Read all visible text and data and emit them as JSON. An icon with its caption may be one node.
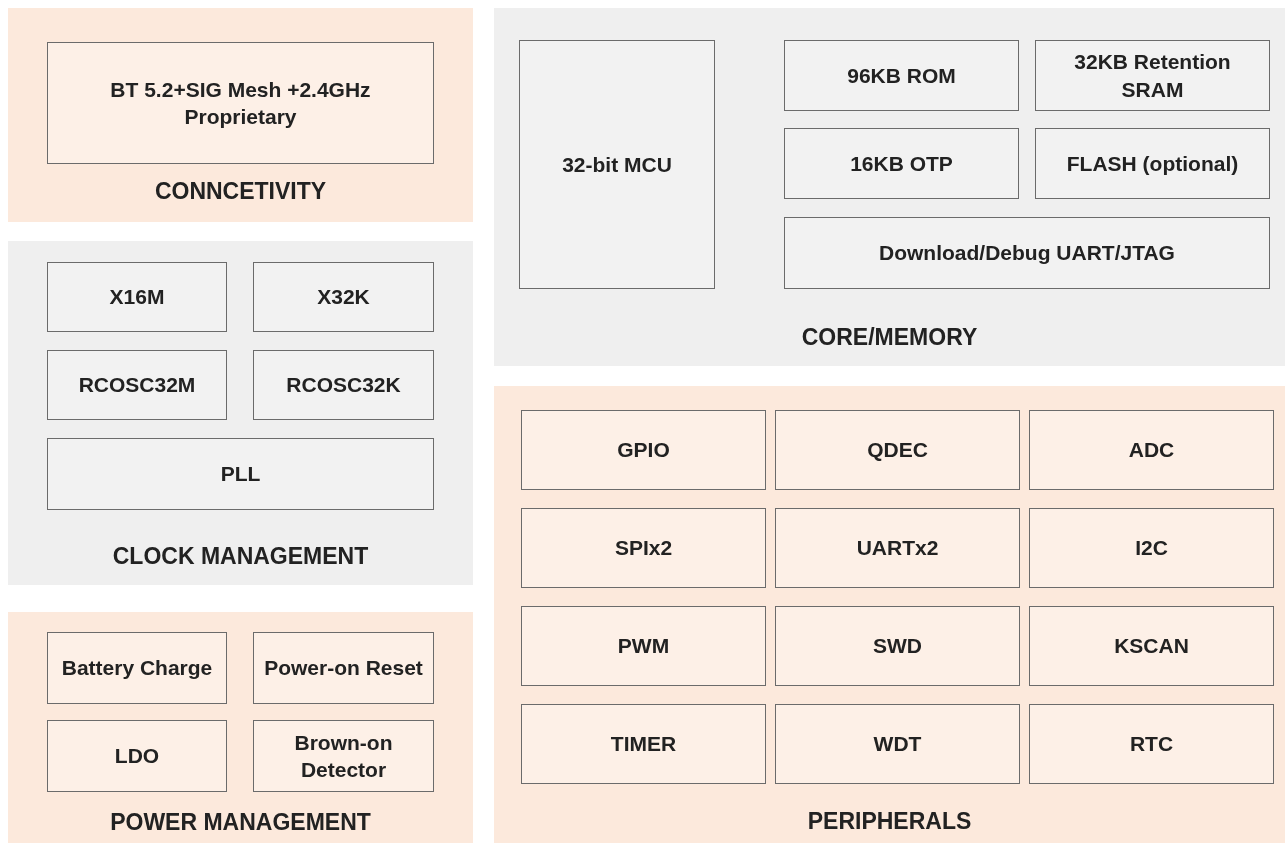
{
  "diagram": {
    "nodes": [
      {
        "text": [
          "CONNCETIVITY"
        ]
      },
      {
        "text": [
          "BT 5.2+SIG Mesh +2.4GHz Proprietary"
        ],
        "in": 0
      },
      {
        "text": [
          "CORE/MEMORY"
        ]
      },
      {
        "text": [
          "32-bit MCU"
        ],
        "in": 2
      },
      {
        "text": [
          "96KB ROM"
        ],
        "in": 2
      },
      {
        "text": [
          "32KB Retention SRAM"
        ],
        "in": 2
      },
      {
        "text": [
          "16KB OTP"
        ],
        "in": 2
      },
      {
        "text": [
          "FLASH (optional)"
        ],
        "in": 2
      },
      {
        "text": [
          "Download/Debug UART/JTAG"
        ],
        "in": 2
      },
      {
        "text": [
          "CLOCK MANAGEMENT"
        ]
      },
      {
        "text": [
          "X16M"
        ],
        "in": 9
      },
      {
        "text": [
          "X32K"
        ],
        "in": 9
      },
      {
        "text": [
          "RCOSC32M"
        ],
        "in": 9
      },
      {
        "text": [
          "RCOSC32K"
        ],
        "in": 9
      },
      {
        "text": [
          "PLL"
        ],
        "in": 9
      },
      {
        "text": [
          "PERIPHERALS"
        ]
      },
      {
        "text": [
          "GPIO"
        ],
        "in": 15
      },
      {
        "text": [
          "QDEC"
        ],
        "in": 15
      },
      {
        "text": [
          "ADC"
        ],
        "in": 15
      },
      {
        "text": [
          "SPIx2"
        ],
        "in": 15
      },
      {
        "text": [
          "UARTx2"
        ],
        "in": 15
      },
      {
        "text": [
          "I2C"
        ],
        "in": 15
      },
      {
        "text": [
          "PWM"
        ],
        "in": 15
      },
      {
        "text": [
          "SWD"
        ],
        "in": 15
      },
      {
        "text": [
          "KSCAN"
        ],
        "in": 15
      },
      {
        "text": [
          "TIMER"
        ],
        "in": 15
      },
      {
        "text": [
          "WDT"
        ],
        "in": 15
      },
      {
        "text": [
          "RTC"
        ],
        "in": 15
      },
      {
        "text": [
          "POWER MANAGEMENT"
        ]
      },
      {
        "text": [
          "Battery Charge"
        ],
        "in": 28
      },
      {
        "text": [
          "Power-on Reset"
        ],
        "in": 28
      },
      {
        "text": [
          "LDO"
        ],
        "in": 28
      },
      {
        "text": [
          "Brown-on Detector"
        ],
        "in": 28
      }
    ],
    "edges": []
  }
}
